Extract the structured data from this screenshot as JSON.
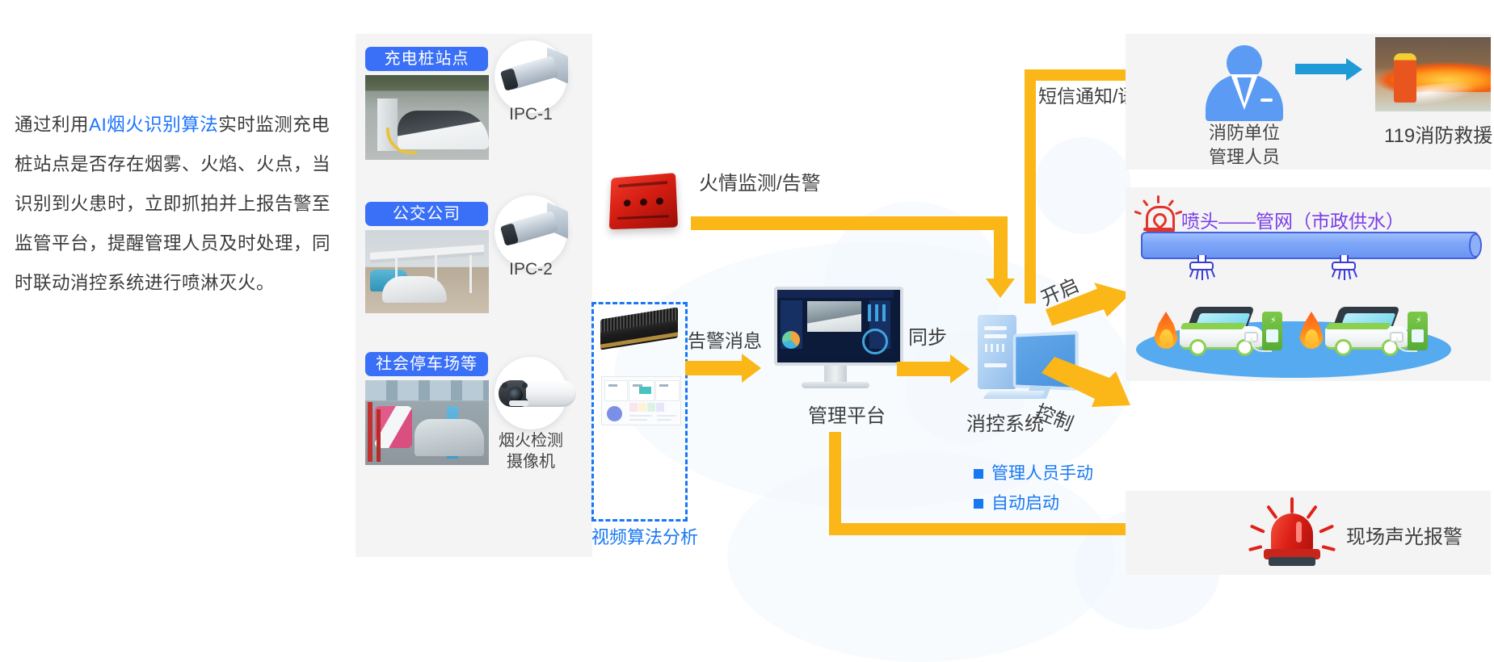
{
  "description": {
    "prefix": "通过利用",
    "highlight": "AI烟火识别算法",
    "suffix": "实时监测充电桩站点是否存在烟雾、火焰、火点，当识别到火患时，立即抓拍并上报告警至监管平台，提醒管理人员及时处理，同时联动消控系统进行喷淋灭火。"
  },
  "sites": [
    {
      "badge": "充电桩站点",
      "camera_label": "IPC-1",
      "camera_type": "box-camera-icon",
      "photo": "ev-charging-street-photo"
    },
    {
      "badge": "公交公司",
      "camera_label": "IPC-2",
      "camera_type": "box-camera-icon",
      "photo": "bus-depot-canopy-photo"
    },
    {
      "badge": "社会停车场等",
      "camera_label": "烟火检测\n摄像机",
      "camera_label_line1": "烟火检测",
      "camera_label_line2": "摄像机",
      "camera_type": "bullet-camera-icon",
      "photo": "underground-parking-photo"
    }
  ],
  "analysis": {
    "frame_caption": "视频算法分析",
    "device": "edge-ai-box",
    "dashboard": "analysis-dashboard-thumb"
  },
  "flow": {
    "alarm_message": "告警消息",
    "fire_monitor_alarm": "火情监测/告警",
    "sync": "同步",
    "open": "开启",
    "control": "控制",
    "sms_voice_notice": "短信通知/语音通知"
  },
  "nodes": {
    "platform": "管理平台",
    "fire_control_system": "消控系统",
    "fire_unit_manager_line1": "消防单位",
    "fire_unit_manager_line2": "管理人员",
    "rescue_119": "119消防救援",
    "site_alarm": "现场声光报警",
    "sprinkler_header": "喷头——管网（市政供水）"
  },
  "trigger_modes": [
    "管理人员手动",
    "自动启动"
  ],
  "colors": {
    "accent_blue": "#1878f2",
    "badge_blue": "#3a6ff7",
    "arrow_yellow": "#fbb617",
    "arrow_blue": "#1e9ad6",
    "alarm_red": "#e2342a",
    "sprinkler_purple": "#7a3ee8",
    "panel_gray": "#f4f4f4",
    "pipe_blue": "#7ea6f8"
  }
}
